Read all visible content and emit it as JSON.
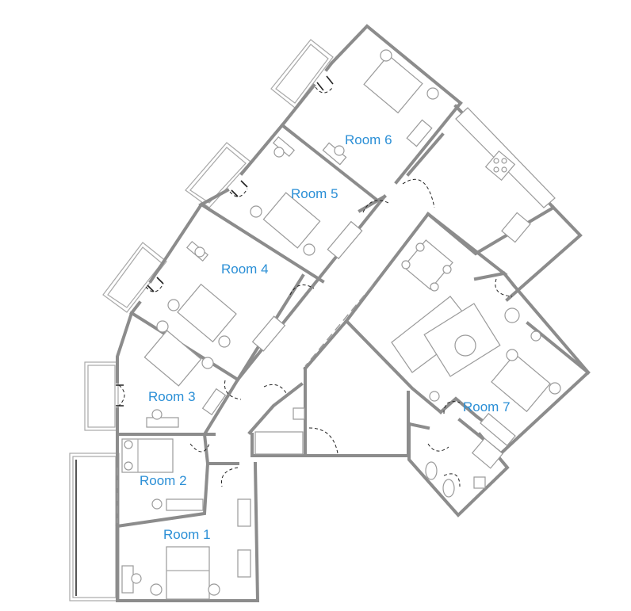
{
  "rooms": [
    {
      "id": "room-1",
      "label": "Room 1"
    },
    {
      "id": "room-2",
      "label": "Room 2"
    },
    {
      "id": "room-3",
      "label": "Room 3"
    },
    {
      "id": "room-4",
      "label": "Room 4"
    },
    {
      "id": "room-5",
      "label": "Room 5"
    },
    {
      "id": "room-6",
      "label": "Room 6"
    },
    {
      "id": "room-7",
      "label": "Room 7"
    }
  ],
  "colors": {
    "wall": "#8c8c8c",
    "label": "#2b8fd6",
    "furniture": "#9a9a9a"
  }
}
